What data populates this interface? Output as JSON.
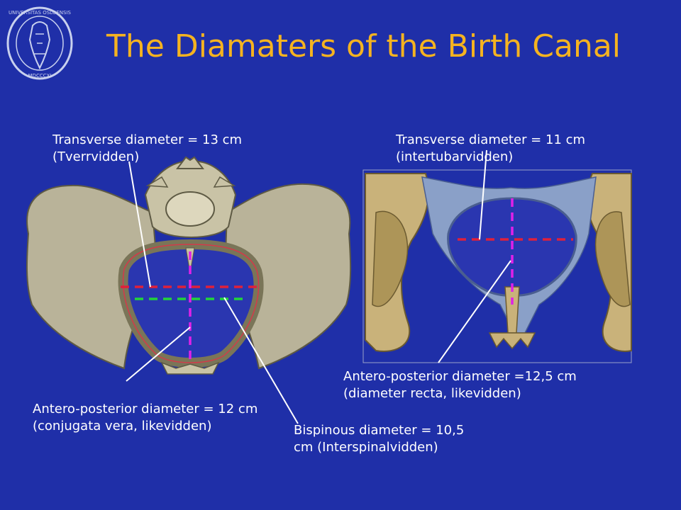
{
  "slide": {
    "title": "The Diamaters of the Birth Canal",
    "seal_text": "UNIVERSITAS OSLOENSIS MDCCCXI"
  },
  "colors": {
    "background": "#1f2fa8",
    "title": "#f5b320",
    "transverse_line": "#e0203a",
    "anteroposterior_line": "#e020e8",
    "bispinous_line": "#22d43a",
    "bone": "#c9c3a6",
    "ligament": "#8aa0c8"
  },
  "labels": {
    "inlet_transverse": {
      "line1": "Transverse diameter = 13 cm",
      "line2": "(Tverrvidden)"
    },
    "outlet_transverse": {
      "line1": "Transverse diameter = 11 cm",
      "line2": "(intertubarvidden)"
    },
    "outlet_ap": {
      "line1": "Antero-posterior diameter =12,5 cm",
      "line2": "(diameter recta, likevidden)"
    },
    "inlet_ap": {
      "line1": "Antero-posterior diameter = 12 cm",
      "line2": "(conjugata vera, likevidden)"
    },
    "bispinous": {
      "line1": "Bispinous diameter = 10,5",
      "line2": "cm (Interspinalvidden)"
    }
  }
}
